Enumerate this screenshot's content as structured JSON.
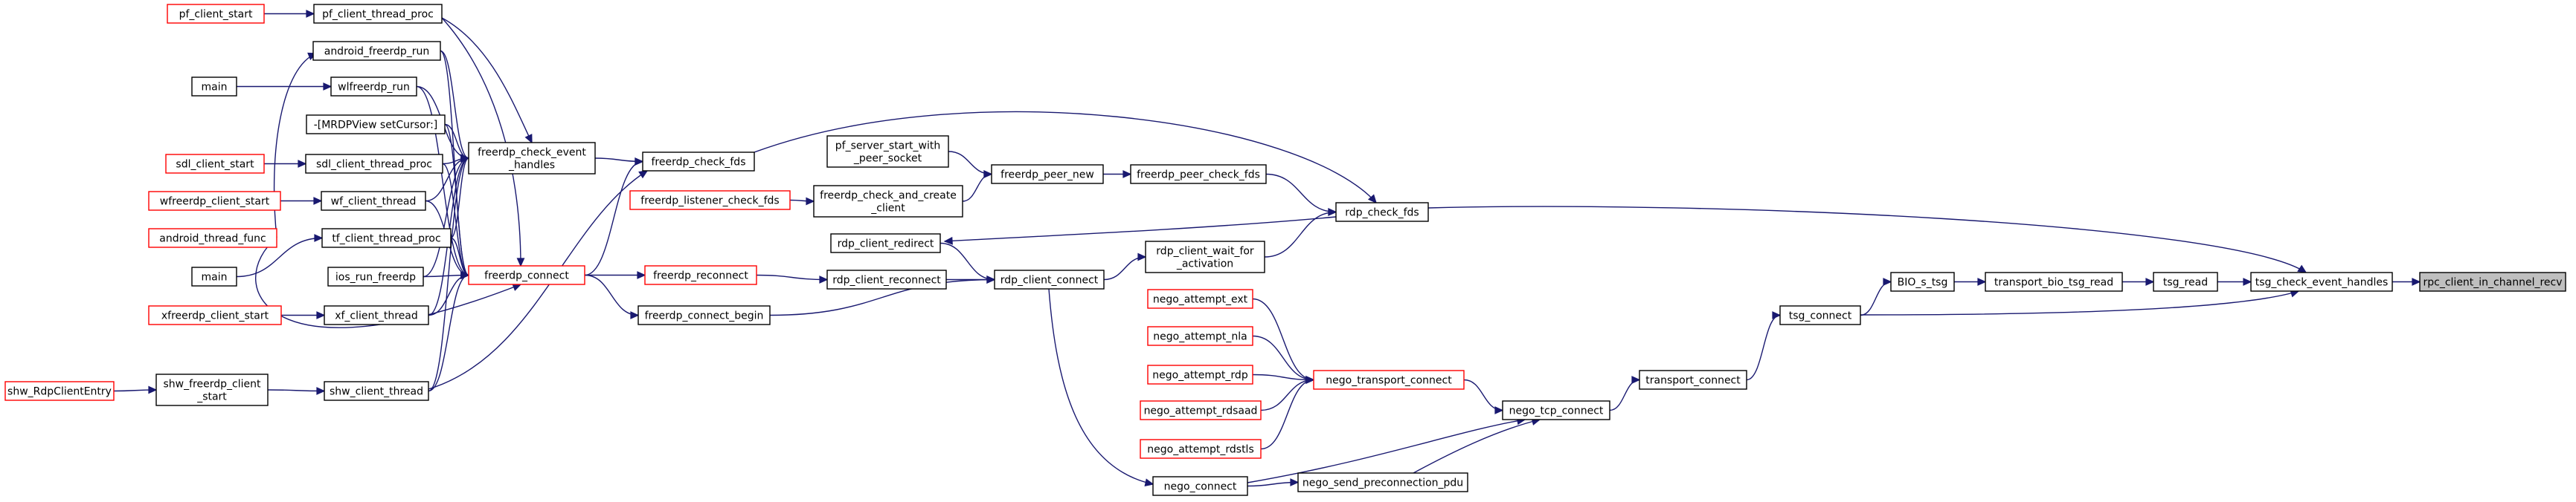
{
  "colors": {
    "edge": "#191970",
    "normal_border": "#000000",
    "truncated_border": "#ff0000",
    "root_fill": "#bfbfbf",
    "node_fill": "#ffffff"
  },
  "nodes": [
    {
      "id": "rpc_client_in_channel_recv",
      "lines": [
        "rpc_client_in_channel_recv"
      ],
      "kind": "root"
    },
    {
      "id": "tsg_check_event_handles",
      "lines": [
        "tsg_check_event_handles"
      ],
      "kind": "normal"
    },
    {
      "id": "tsg_read",
      "lines": [
        "tsg_read"
      ],
      "kind": "normal"
    },
    {
      "id": "transport_bio_tsg_read",
      "lines": [
        "transport_bio_tsg_read"
      ],
      "kind": "normal"
    },
    {
      "id": "BIO_s_tsg",
      "lines": [
        "BIO_s_tsg"
      ],
      "kind": "normal"
    },
    {
      "id": "tsg_connect",
      "lines": [
        "tsg_connect"
      ],
      "kind": "normal"
    },
    {
      "id": "transport_connect",
      "lines": [
        "transport_connect"
      ],
      "kind": "normal"
    },
    {
      "id": "nego_tcp_connect",
      "lines": [
        "nego_tcp_connect"
      ],
      "kind": "normal"
    },
    {
      "id": "nego_transport_connect",
      "lines": [
        "nego_transport_connect"
      ],
      "kind": "truncated"
    },
    {
      "id": "nego_send_preconnection_pdu",
      "lines": [
        "nego_send_preconnection_pdu"
      ],
      "kind": "normal"
    },
    {
      "id": "nego_connect",
      "lines": [
        "nego_connect"
      ],
      "kind": "normal"
    },
    {
      "id": "nego_attempt_ext",
      "lines": [
        "nego_attempt_ext"
      ],
      "kind": "truncated"
    },
    {
      "id": "nego_attempt_nla",
      "lines": [
        "nego_attempt_nla"
      ],
      "kind": "truncated"
    },
    {
      "id": "nego_attempt_rdp",
      "lines": [
        "nego_attempt_rdp"
      ],
      "kind": "truncated"
    },
    {
      "id": "nego_attempt_rdsaad",
      "lines": [
        "nego_attempt_rdsaad"
      ],
      "kind": "truncated"
    },
    {
      "id": "nego_attempt_rdstls",
      "lines": [
        "nego_attempt_rdstls"
      ],
      "kind": "truncated"
    },
    {
      "id": "rdp_check_fds",
      "lines": [
        "rdp_check_fds"
      ],
      "kind": "normal"
    },
    {
      "id": "freerdp_peer_check_fds",
      "lines": [
        "freerdp_peer_check_fds"
      ],
      "kind": "normal"
    },
    {
      "id": "freerdp_peer_new",
      "lines": [
        "freerdp_peer_new"
      ],
      "kind": "normal"
    },
    {
      "id": "pf_server_start_with_peer_socket",
      "lines": [
        "pf_server_start_with",
        "_peer_socket"
      ],
      "kind": "normal"
    },
    {
      "id": "freerdp_check_and_create_client",
      "lines": [
        "freerdp_check_and_create",
        "_client"
      ],
      "kind": "normal"
    },
    {
      "id": "freerdp_listener_check_fds",
      "lines": [
        "freerdp_listener_check_fds"
      ],
      "kind": "truncated"
    },
    {
      "id": "rdp_client_wait_for_activation",
      "lines": [
        "rdp_client_wait_for",
        "_activation"
      ],
      "kind": "normal"
    },
    {
      "id": "rdp_client_connect",
      "lines": [
        "rdp_client_connect"
      ],
      "kind": "normal"
    },
    {
      "id": "rdp_client_redirect",
      "lines": [
        "rdp_client_redirect"
      ],
      "kind": "normal"
    },
    {
      "id": "rdp_client_reconnect",
      "lines": [
        "rdp_client_reconnect"
      ],
      "kind": "normal"
    },
    {
      "id": "freerdp_reconnect",
      "lines": [
        "freerdp_reconnect"
      ],
      "kind": "truncated"
    },
    {
      "id": "freerdp_connect_begin",
      "lines": [
        "freerdp_connect_begin"
      ],
      "kind": "normal"
    },
    {
      "id": "freerdp_connect",
      "lines": [
        "freerdp_connect"
      ],
      "kind": "truncated"
    },
    {
      "id": "freerdp_check_fds",
      "lines": [
        "freerdp_check_fds"
      ],
      "kind": "normal"
    },
    {
      "id": "freerdp_check_event_handles",
      "lines": [
        "freerdp_check_event",
        "_handles"
      ],
      "kind": "normal"
    },
    {
      "id": "pf_client_thread_proc",
      "lines": [
        "pf_client_thread_proc"
      ],
      "kind": "normal"
    },
    {
      "id": "pf_client_start",
      "lines": [
        "pf_client_start"
      ],
      "kind": "truncated"
    },
    {
      "id": "android_freerdp_run",
      "lines": [
        "android_freerdp_run"
      ],
      "kind": "normal"
    },
    {
      "id": "wlfreerdp_run",
      "lines": [
        "wlfreerdp_run"
      ],
      "kind": "normal"
    },
    {
      "id": "main_1",
      "lines": [
        "main"
      ],
      "kind": "normal"
    },
    {
      "id": "mrdpview_setcursor",
      "lines": [
        "-[MRDPView setCursor:]"
      ],
      "kind": "normal"
    },
    {
      "id": "sdl_client_thread_proc",
      "lines": [
        "sdl_client_thread_proc"
      ],
      "kind": "normal"
    },
    {
      "id": "sdl_client_start",
      "lines": [
        "sdl_client_start"
      ],
      "kind": "truncated"
    },
    {
      "id": "wf_client_thread",
      "lines": [
        "wf_client_thread"
      ],
      "kind": "normal"
    },
    {
      "id": "wfreerdp_client_start",
      "lines": [
        "wfreerdp_client_start"
      ],
      "kind": "truncated"
    },
    {
      "id": "tf_client_thread_proc",
      "lines": [
        "tf_client_thread_proc"
      ],
      "kind": "normal"
    },
    {
      "id": "android_thread_func",
      "lines": [
        "android_thread_func"
      ],
      "kind": "truncated"
    },
    {
      "id": "main_2",
      "lines": [
        "main"
      ],
      "kind": "normal"
    },
    {
      "id": "ios_run_freerdp",
      "lines": [
        "ios_run_freerdp"
      ],
      "kind": "normal"
    },
    {
      "id": "xf_client_thread",
      "lines": [
        "xf_client_thread"
      ],
      "kind": "normal"
    },
    {
      "id": "xfreerdp_client_start",
      "lines": [
        "xfreerdp_client_start"
      ],
      "kind": "truncated"
    },
    {
      "id": "shw_client_thread",
      "lines": [
        "shw_client_thread"
      ],
      "kind": "normal"
    },
    {
      "id": "shw_freerdp_client_start",
      "lines": [
        "shw_freerdp_client",
        "_start"
      ],
      "kind": "normal"
    },
    {
      "id": "shw_RdpClientEntry",
      "lines": [
        "shw_RdpClientEntry"
      ],
      "kind": "truncated"
    }
  ],
  "edges": [
    [
      "tsg_check_event_handles",
      "rpc_client_in_channel_recv"
    ],
    [
      "tsg_read",
      "tsg_check_event_handles"
    ],
    [
      "tsg_connect",
      "tsg_check_event_handles"
    ],
    [
      "rdp_check_fds",
      "tsg_check_event_handles"
    ],
    [
      "transport_bio_tsg_read",
      "tsg_read"
    ],
    [
      "BIO_s_tsg",
      "transport_bio_tsg_read"
    ],
    [
      "tsg_connect",
      "BIO_s_tsg"
    ],
    [
      "transport_connect",
      "tsg_connect"
    ],
    [
      "nego_tcp_connect",
      "transport_connect"
    ],
    [
      "nego_transport_connect",
      "nego_tcp_connect"
    ],
    [
      "nego_send_preconnection_pdu",
      "nego_tcp_connect"
    ],
    [
      "nego_connect",
      "nego_tcp_connect"
    ],
    [
      "nego_connect",
      "nego_send_preconnection_pdu"
    ],
    [
      "nego_attempt_ext",
      "nego_transport_connect"
    ],
    [
      "nego_attempt_nla",
      "nego_transport_connect"
    ],
    [
      "nego_attempt_rdp",
      "nego_transport_connect"
    ],
    [
      "nego_attempt_rdsaad",
      "nego_transport_connect"
    ],
    [
      "nego_attempt_rdstls",
      "nego_transport_connect"
    ],
    [
      "rdp_client_connect",
      "nego_connect"
    ],
    [
      "freerdp_peer_check_fds",
      "rdp_check_fds"
    ],
    [
      "freerdp_check_fds",
      "rdp_check_fds"
    ],
    [
      "rdp_client_wait_for_activation",
      "rdp_check_fds"
    ],
    [
      "rdp_check_fds",
      "rdp_client_redirect"
    ],
    [
      "freerdp_peer_new",
      "freerdp_peer_check_fds"
    ],
    [
      "pf_server_start_with_peer_socket",
      "freerdp_peer_new"
    ],
    [
      "freerdp_check_and_create_client",
      "freerdp_peer_new"
    ],
    [
      "freerdp_listener_check_fds",
      "freerdp_check_and_create_client"
    ],
    [
      "rdp_client_connect",
      "rdp_client_wait_for_activation"
    ],
    [
      "rdp_client_redirect",
      "rdp_client_connect"
    ],
    [
      "rdp_client_reconnect",
      "rdp_client_connect"
    ],
    [
      "freerdp_connect_begin",
      "rdp_client_connect"
    ],
    [
      "freerdp_reconnect",
      "rdp_client_reconnect"
    ],
    [
      "freerdp_connect",
      "freerdp_reconnect"
    ],
    [
      "freerdp_connect",
      "freerdp_connect_begin"
    ],
    [
      "freerdp_check_event_handles",
      "freerdp_check_fds"
    ],
    [
      "freerdp_connect",
      "freerdp_check_fds"
    ],
    [
      "pf_client_thread_proc",
      "freerdp_check_event_handles"
    ],
    [
      "android_freerdp_run",
      "freerdp_check_event_handles"
    ],
    [
      "wlfreerdp_run",
      "freerdp_check_event_handles"
    ],
    [
      "mrdpview_setcursor",
      "freerdp_check_event_handles"
    ],
    [
      "sdl_client_thread_proc",
      "freerdp_check_event_handles"
    ],
    [
      "wf_client_thread",
      "freerdp_check_event_handles"
    ],
    [
      "tf_client_thread_proc",
      "freerdp_check_event_handles"
    ],
    [
      "ios_run_freerdp",
      "freerdp_check_event_handles"
    ],
    [
      "xf_client_thread",
      "freerdp_check_event_handles"
    ],
    [
      "shw_client_thread",
      "freerdp_check_event_handles"
    ],
    [
      "pf_client_thread_proc",
      "freerdp_connect"
    ],
    [
      "android_freerdp_run",
      "freerdp_connect"
    ],
    [
      "wlfreerdp_run",
      "freerdp_connect"
    ],
    [
      "mrdpview_setcursor",
      "freerdp_connect"
    ],
    [
      "sdl_client_thread_proc",
      "freerdp_connect"
    ],
    [
      "wf_client_thread",
      "freerdp_connect"
    ],
    [
      "tf_client_thread_proc",
      "freerdp_connect"
    ],
    [
      "ios_run_freerdp",
      "freerdp_connect"
    ],
    [
      "xf_client_thread",
      "freerdp_connect"
    ],
    [
      "shw_client_thread",
      "freerdp_connect"
    ],
    [
      "shw_client_thread",
      "freerdp_check_fds"
    ],
    [
      "pf_client_start",
      "pf_client_thread_proc"
    ],
    [
      "android_thread_func",
      "android_freerdp_run"
    ],
    [
      "main_1",
      "wlfreerdp_run"
    ],
    [
      "sdl_client_start",
      "sdl_client_thread_proc"
    ],
    [
      "wfreerdp_client_start",
      "wf_client_thread"
    ],
    [
      "main_2",
      "tf_client_thread_proc"
    ],
    [
      "xfreerdp_client_start",
      "xf_client_thread"
    ],
    [
      "android_thread_func",
      "freerdp_connect"
    ],
    [
      "shw_freerdp_client_start",
      "shw_client_thread"
    ],
    [
      "shw_RdpClientEntry",
      "shw_freerdp_client_start"
    ]
  ]
}
